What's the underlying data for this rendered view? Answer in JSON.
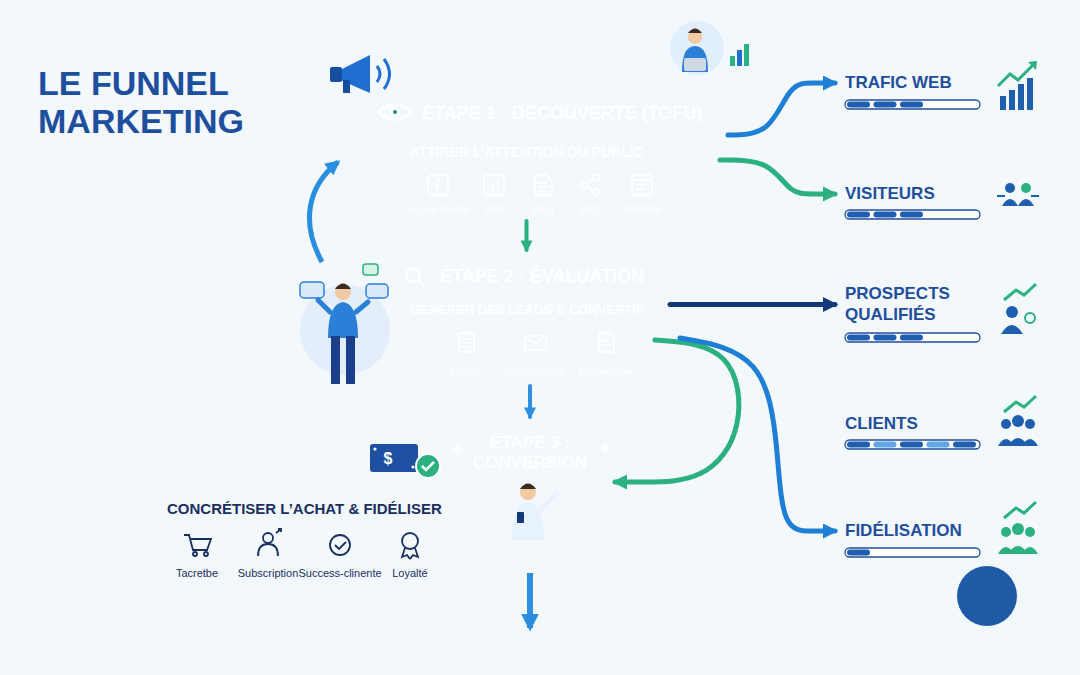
{
  "diagram": {
    "title": "LE FUNNEL MARKETING",
    "nodes": [
      {
        "text": [
          "ÉTAPE 1 : DÉCOUVERTE (TOFU)",
          "ATTIRER L’ATTENTION DU PUBLIC"
        ]
      },
      {
        "text": [
          "ÉTAPE 2 : ÉVALUATION",
          "GÉNÉRER DES LEADS & CONVERTIR"
        ]
      },
      {
        "text": [
          "ÉTAPE 3 : CONVERSION"
        ]
      },
      {
        "text": [
          "TRAFIC WEB"
        ]
      },
      {
        "text": [
          "VISITEURS"
        ]
      },
      {
        "text": [
          "PROSPECTS QUALIFIÉS"
        ]
      },
      {
        "text": [
          "CLIENTS"
        ]
      },
      {
        "text": [
          "FIDÉLISATION"
        ]
      }
    ],
    "edges": [
      {
        "from": 0,
        "to": 3,
        "arrow": "to"
      },
      {
        "from": 0,
        "to": 4,
        "arrow": "to"
      },
      {
        "from": 0,
        "to": 1,
        "arrow": "to"
      },
      {
        "from": 1,
        "to": 5,
        "arrow": "to"
      },
      {
        "from": 1,
        "to": 2,
        "arrow": "to"
      },
      {
        "from": 1,
        "to": 2,
        "arrow": "to"
      },
      {
        "from": 1,
        "to": 7,
        "arrow": "to"
      }
    ],
    "labels": [
      "Social media",
      "Ads",
      "Blog",
      "SEO",
      "Website",
      "Forms",
      "Consultation",
      "Whitepaper",
      "$",
      "CONCRÉTISER L’ACHAT & FIDÉLISER",
      "Tacretbe",
      "Subscription",
      "Success-clinente",
      "Loyalté"
    ]
  }
}
